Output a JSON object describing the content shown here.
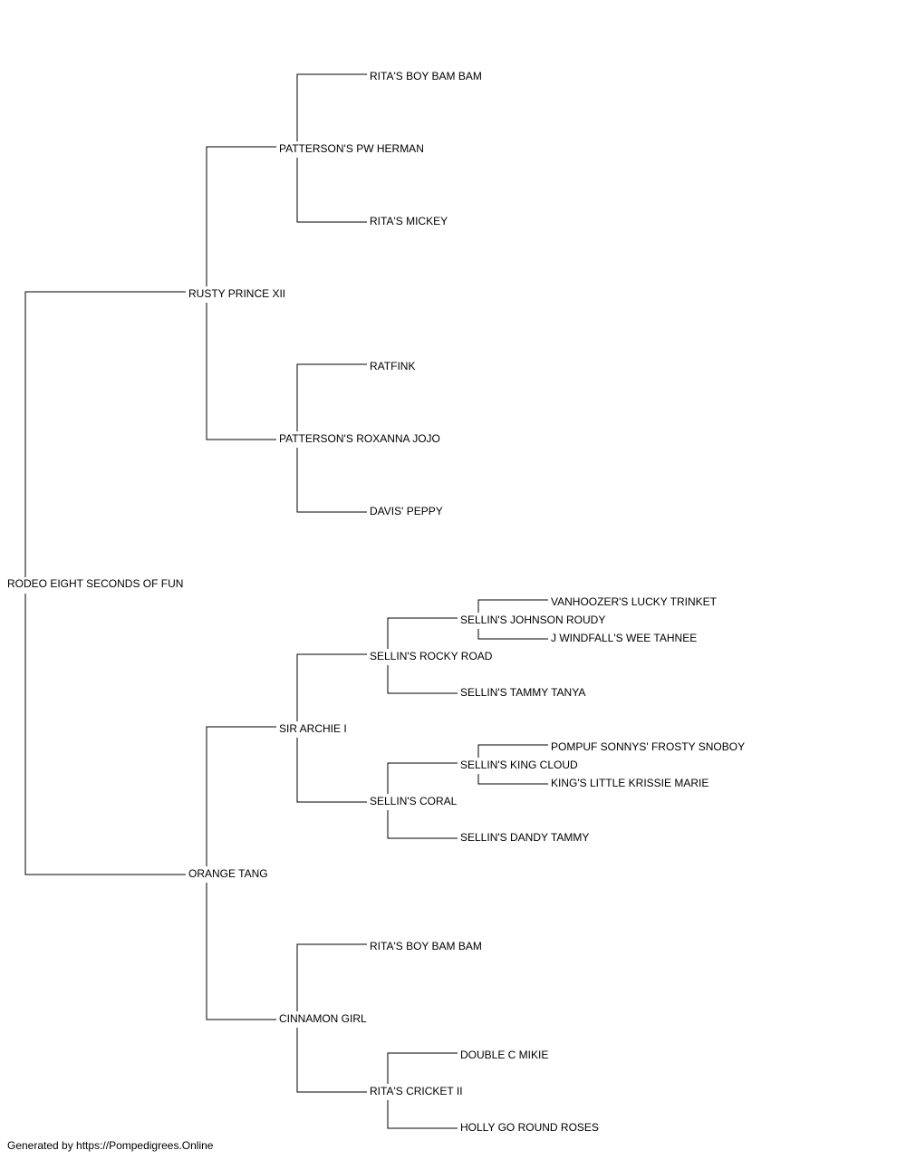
{
  "pedigree": {
    "subject": "RODEO EIGHT SECONDS OF FUN",
    "sire": "RUSTY PRINCE XII",
    "sire_sire": "PATTERSON'S PW HERMAN",
    "sire_sire_sire": "RITA'S BOY BAM BAM",
    "sire_sire_dam": "RITA'S MICKEY",
    "sire_dam": "PATTERSON'S ROXANNA JOJO",
    "sire_dam_sire": "RATFINK",
    "sire_dam_dam": "DAVIS' PEPPY",
    "dam": "ORANGE TANG",
    "dam_sire": "SIR ARCHIE I",
    "dam_sire_sire": "SELLIN'S ROCKY ROAD",
    "dam_sire_sire_sire": "SELLIN'S JOHNSON ROUDY",
    "dam_sire_sire_sire_sire": "VANHOOZER'S LUCKY TRINKET",
    "dam_sire_sire_sire_dam": "J WINDFALL'S WEE TAHNEE",
    "dam_sire_sire_dam": "SELLIN'S TAMMY TANYA",
    "dam_sire_dam": "SELLIN'S CORAL",
    "dam_sire_dam_sire": "SELLIN'S KING CLOUD",
    "dam_sire_dam_sire_sire": "POMPUF SONNYS' FROSTY SNOBOY",
    "dam_sire_dam_sire_dam": "KING'S LITTLE KRISSIE MARIE",
    "dam_sire_dam_dam": "SELLIN'S DANDY TAMMY",
    "dam_dam": "CINNAMON GIRL",
    "dam_dam_sire": "RITA'S BOY BAM BAM",
    "dam_dam_dam": "RITA'S CRICKET II",
    "dam_dam_dam_sire": "DOUBLE C MIKIE",
    "dam_dam_dam_dam": "HOLLY GO ROUND ROSES"
  },
  "footer": "Generated by https://Pompedigrees.Online",
  "line_color": "#000000"
}
